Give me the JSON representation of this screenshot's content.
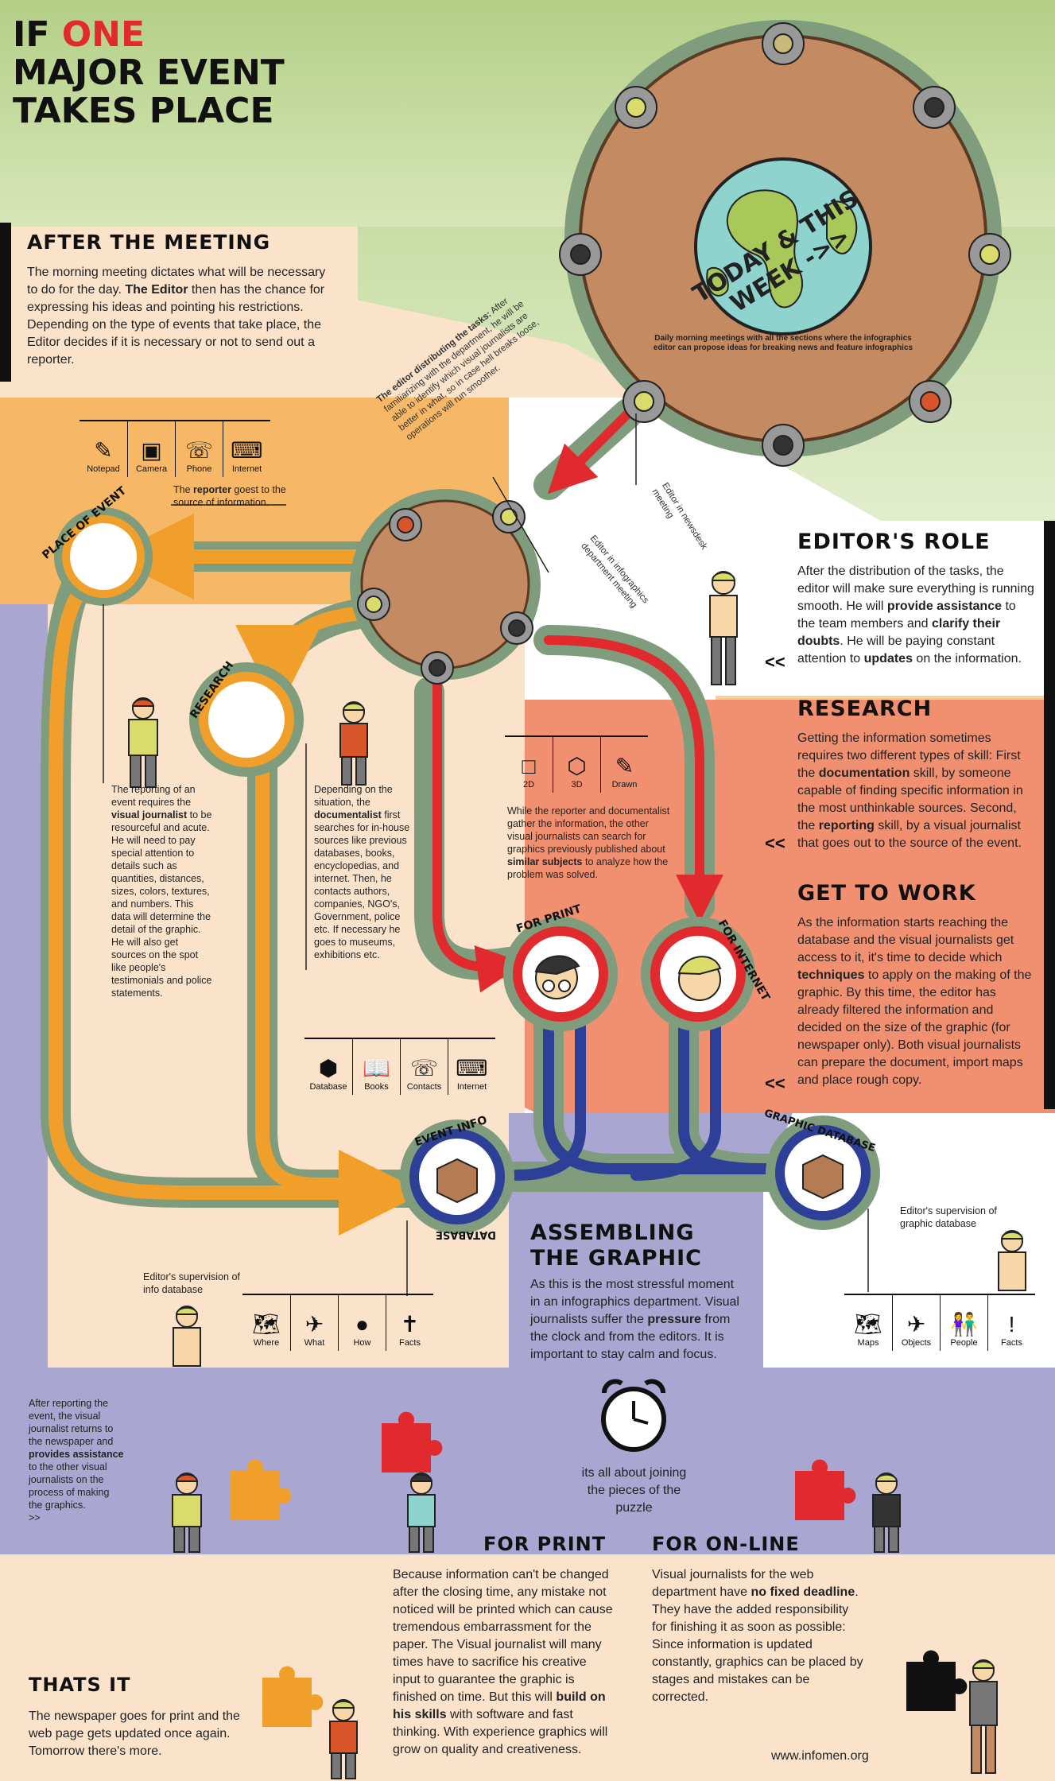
{
  "title": {
    "line1_a": "IF ",
    "line1_b": "ONE",
    "line2": "MAJOR EVENT",
    "line3": "TAKES PLACE"
  },
  "table": {
    "title": "TODAY & THIS WEEK ->>",
    "ring_text": "Daily morning meetings with all the sections where the infographics editor can propose ideas for breaking news and feature infographics"
  },
  "after_meeting": {
    "heading": "AFTER THE MEETING",
    "body_1": "The morning meeting dictates what will be necessary to do for the day. ",
    "body_bold": "The Editor",
    "body_2": " then has the chance for expressing his ideas and pointing his restrictions. Depending on the type of events that take place, the Editor decides if it is necessary or not to send out a reporter."
  },
  "distributing_note": {
    "bold": "The editor distributing the tasks:",
    "text": " After familiarizing with the department, he will be able to identify which visual journalists are better in what, so in case hell breaks loose, operations will run smoother."
  },
  "editor_newsdesk": "Editor in newsdesk meeting",
  "editor_infographics": "Editor in infographics department meeting",
  "reporter_tools": [
    "Notepad",
    "Camera",
    "Phone",
    "Internet"
  ],
  "reporter_note": {
    "pre": "The ",
    "bold": "reporter",
    "post": " goest to the source of information."
  },
  "place_of_event": "PLACE OF EVENT",
  "research_label": "RESEARCH",
  "editors_role": {
    "heading": "EDITOR'S ROLE",
    "body_1": "After the distribution of the tasks, the editor will make sure everything is running smooth. He will ",
    "bold_1": "provide assistance",
    "body_2": " to the team members and ",
    "bold_2": "clarify their doubts",
    "body_3": ". He will be paying constant attention to ",
    "bold_3": "updates",
    "body_4": " on the information.",
    "arrow": "<<"
  },
  "research": {
    "heading": "RESEARCH",
    "body_1": "Getting the information sometimes requires two different types of skill: First the ",
    "bold_1": "documentation",
    "body_2": " skill, by someone capable of finding specific information in the most unthinkable sources. Second, the ",
    "bold_2": "reporting",
    "body_3": " skill, by a visual journalist that goes out to the source of the event.",
    "arrow": "<<"
  },
  "get_to_work": {
    "heading": "GET TO WORK",
    "body_1": "As the information starts reaching the database and the visual journalists get access to it, it's time to decide which ",
    "bold_1": "techniques",
    "body_2": " to apply on the making of the graphic. By this time, the editor has already filtered the information and decided on the size of the graphic (for newspaper only). Both visual journalists can prepare the document, import maps and place rough copy.",
    "arrow": "<<"
  },
  "graphic_tools": [
    "2D",
    "3D",
    "Drawn"
  ],
  "graphic_note": {
    "pre": "While the reporter and documentalist gather the information, the other visual journalists can search for graphics previously published about ",
    "bold": "similar subjects",
    "post": " to analyze how the problem was solved."
  },
  "visual_journalist_note": {
    "pre": "The reporting of an event requires the ",
    "bold": "visual journalist",
    "post": " to be resourceful and acute. He will need to pay special attention to details such as quantities, distances, sizes, colors, textures, and numbers. This data will determine the detail of the graphic. He will also get sources on the spot like people's testimonials and police statements."
  },
  "documentalist_note": {
    "pre": "Depending on the situation, the ",
    "bold": "documentalist",
    "post": " first searches for in-house sources like previous databases, books, encyclopedias, and internet. Then, he contacts authors, companies, NGO's, Government, police etc. If necessary he goes to museums, exhibitions etc."
  },
  "research_tools": [
    "Database",
    "Books",
    "Contacts",
    "Internet"
  ],
  "for_print_label": "FOR PRINT",
  "for_internet_label": "FOR INTERNET",
  "event_info_label": "EVENT INFO",
  "database_label": "DATABASE",
  "graphic_database_label": "GRAPHIC DATABASE",
  "editor_supervision_graphic": "Editor's supervision of graphic database",
  "editor_supervision_info": "Editor's supervision of info database",
  "info_tools": [
    "Where",
    "What",
    "How",
    "Facts"
  ],
  "graphic_db_tools": [
    "Maps",
    "Objects",
    "People",
    "Facts"
  ],
  "assembling": {
    "heading_1": "ASSEMBLING",
    "heading_2": "THE GRAPHIC",
    "body_1": "As this is the most stressful moment in an infographics department. Visual journalists suffer the ",
    "bold_1": "pressure",
    "body_2": " from the clock and from the editors. It is important to stay calm and focus."
  },
  "after_reporting": {
    "pre": "After reporting the event, the visual journalist returns to the newspaper and ",
    "bold": "provides assistance",
    "post": " to the other visual journalists on the process of making the graphics.",
    "arrow": ">>"
  },
  "puzzle_caption": "its all about joining the pieces of the puzzle",
  "for_print": {
    "heading": "FOR PRINT",
    "body_1": "Because information can't be changed after the closing time, any mistake not noticed will be printed which can cause tremendous embarrassment for the paper. The Visual journalist will many times have to sacrifice his creative input to guarantee the graphic is finished on time. But this will ",
    "bold_1": "build on his skills",
    "body_2": " with software and fast thinking. With experience graphics will grow on quality and creativeness."
  },
  "for_online": {
    "heading": "FOR ON-LINE",
    "body_1": "Visual journalists for the web department have ",
    "bold_1": "no fixed deadline",
    "body_2": ". They have the added responsibility for finishing it as soon as possible: Since information is updated constantly, graphics can be placed by stages and mistakes can be corrected."
  },
  "thats_it": {
    "heading": "THATS IT",
    "body": "The newspaper goes for print and the web page gets updated once again. Tomorrow there's more."
  },
  "footer_url": "www.infomen.org",
  "colors": {
    "orange": "#F0A02A",
    "red": "#E02A2E",
    "blue": "#2E3F98",
    "teal_border": "#7F9C7C",
    "table_brown": "#C48A62",
    "peach": "#FBE3CB",
    "lavender": "#A9A6D2",
    "salmon": "#F09070",
    "green": "#9ABF6C"
  }
}
